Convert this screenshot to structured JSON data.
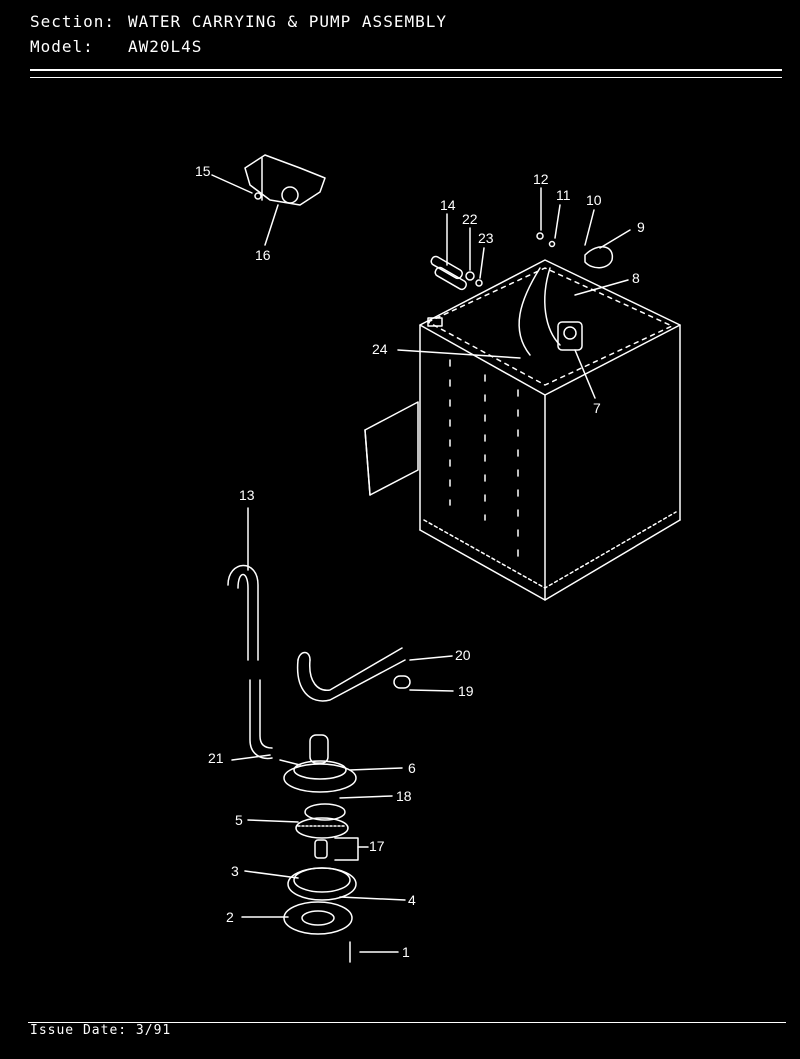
{
  "header": {
    "section_label": "Section:",
    "section_value": "WATER CARRYING & PUMP ASSEMBLY",
    "model_label": "Model:",
    "model_value": "AW20L4S"
  },
  "footer": {
    "issue_label": "Issue Date:",
    "issue_value": "3/91"
  },
  "callouts": [
    "1",
    "2",
    "3",
    "4",
    "5",
    "6",
    "7",
    "8",
    "9",
    "10",
    "11",
    "12",
    "13",
    "14",
    "15",
    "16",
    "17",
    "18",
    "19",
    "20",
    "21",
    "22",
    "23",
    "24"
  ],
  "colors": {
    "background": "#000000",
    "line": "#ffffff"
  }
}
